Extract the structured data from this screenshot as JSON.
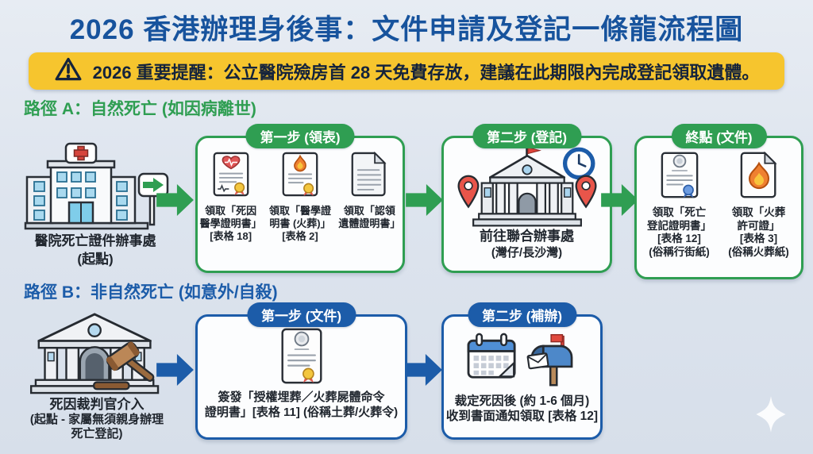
{
  "colors": {
    "green": "#2f9e52",
    "blue": "#1c5ca9",
    "title_blue": "#17539d",
    "banner_yellow": "#f6c52e"
  },
  "page": {
    "title": "2026 香港辦理身後事：文件申請及登記一條龍流程圖",
    "alert": {
      "icon": "warning-triangle-icon",
      "text": "2026 重要提醒：公立醫院殮房首 28 天免費存放，建議在此期限內完成登記領取遺體。"
    }
  },
  "path_a": {
    "label": "路徑 A：自然死亡 (如因病離世)",
    "start": {
      "icon": "hospital-building-icon",
      "caption_line1": "醫院死亡證件辦事處",
      "caption_line2": "(起點)"
    },
    "step1": {
      "header": "第一步 (領表)",
      "docs": [
        {
          "icon": "heart-certificate-icon",
          "lines": [
            "領取「死因",
            "醫學證明書」",
            "[表格 18]"
          ]
        },
        {
          "icon": "flame-certificate-icon",
          "lines": [
            "領取「醫學證",
            "明書 (火葬)」",
            "[表格 2]"
          ]
        },
        {
          "icon": "plain-document-icon",
          "lines": [
            "領取「認領",
            "遺體證明書」"
          ]
        }
      ]
    },
    "step2": {
      "header": "第二步 (登記)",
      "icon": "government-office-icon",
      "caption_line1": "前往聯合辦事處",
      "caption_line2": "(灣仔/長沙灣)"
    },
    "step3": {
      "header": "終點 (文件)",
      "docs": [
        {
          "icon": "stamped-certificate-icon",
          "lines": [
            "領取「死亡",
            "登記證明書」",
            "[表格 12]",
            "(俗稱行街紙)"
          ]
        },
        {
          "icon": "flame-document-icon",
          "lines": [
            "領取「火葬",
            "許可證」",
            "[表格 3]",
            "(俗稱火葬紙)"
          ]
        }
      ]
    }
  },
  "path_b": {
    "label": "路徑 B：非自然死亡 (如意外/自殺)",
    "start": {
      "icon": "courthouse-gavel-icon",
      "caption_line1": "死因裁判官介入",
      "caption_line2": "(起點 - 家屬無須親身辦理",
      "caption_line3": "死亡登記)"
    },
    "step1": {
      "header": "第一步 (文件)",
      "icon": "order-certificate-icon",
      "caption_line1": "簽發「授權埋葬／火葬屍體命令",
      "caption_line2": "證明書」[表格 11] (俗稱土葬/火葬令)"
    },
    "step2": {
      "header": "第二步 (補辦)",
      "icons": [
        "calendar-icon",
        "mailbox-icon"
      ],
      "caption_line1": "裁定死因後 (約 1-6 個月)",
      "caption_line2": "收到書面通知領取 [表格 12]"
    }
  },
  "decor": {
    "sparkle_icon": "four-point-sparkle-icon"
  }
}
